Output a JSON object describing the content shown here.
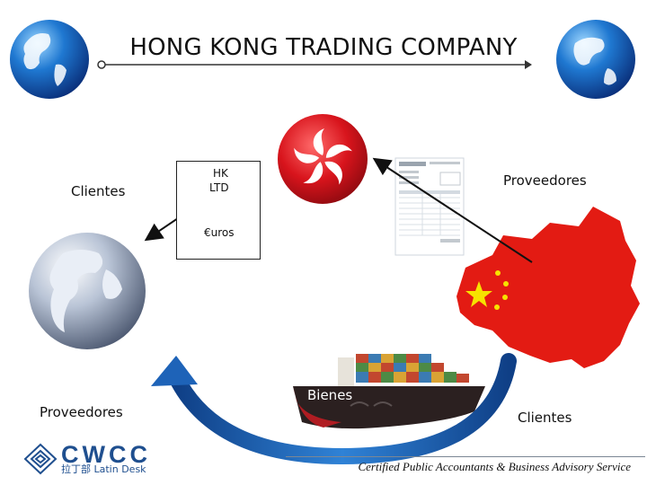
{
  "title": "HONG KONG TRADING COMPANY",
  "labels": {
    "clientes_left": "Clientes",
    "proveedores_top_right": "Proveedores",
    "proveedores_bottom_left": "Proveedores",
    "clientes_bottom_right": "Clientes",
    "bienes": "Bienes"
  },
  "hk_box": {
    "line1": "HK",
    "line2": "LTD",
    "currency": "€uros"
  },
  "footer": {
    "tagline": "Certified Public Accountants & Business Advisory Service",
    "logo_text": "CWCC",
    "logo_sub": "拉丁部 Latin Desk"
  },
  "icons": [
    "globe-icon",
    "hong-kong-flag-icon",
    "invoice-icon",
    "china-map-icon",
    "cargo-ship-icon",
    "arrow-icon"
  ],
  "colors": {
    "flag_red": "#d8141c",
    "china_red": "#e31b13",
    "star_yellow": "#f7e200",
    "arrow_blue": "#1e63b8",
    "logo_blue": "#1f4f8f"
  }
}
